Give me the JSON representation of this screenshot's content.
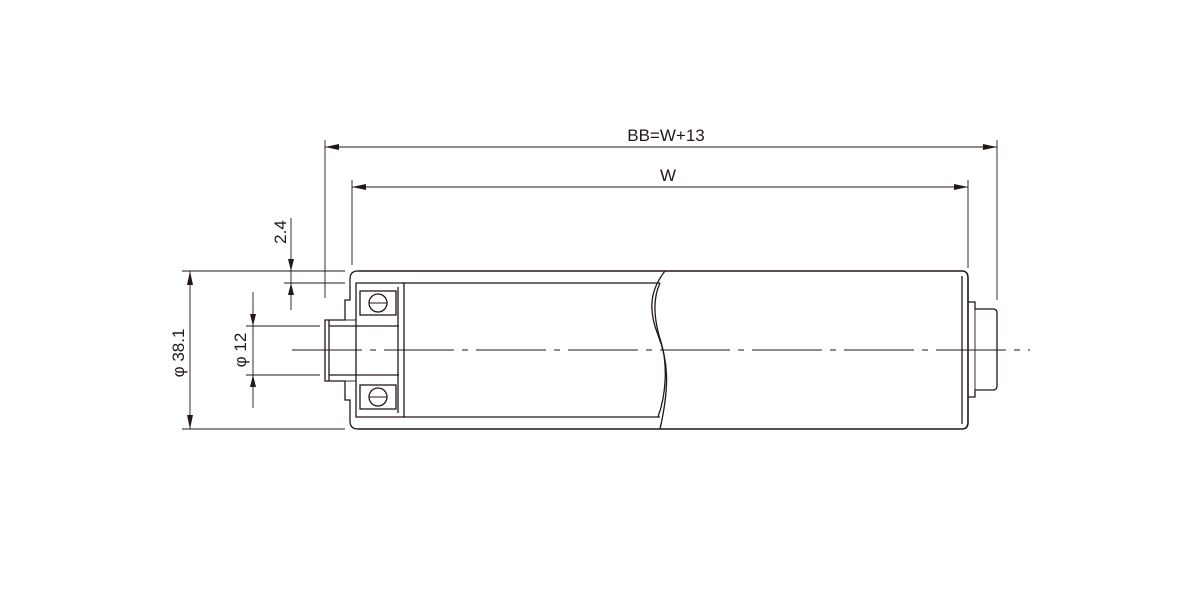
{
  "dimensions": {
    "overall_length": "BB=W+13",
    "roller_width": "W",
    "outer_diameter": "φ 38.1",
    "shaft_diameter": "φ 12",
    "wall_thickness": "2.4"
  }
}
